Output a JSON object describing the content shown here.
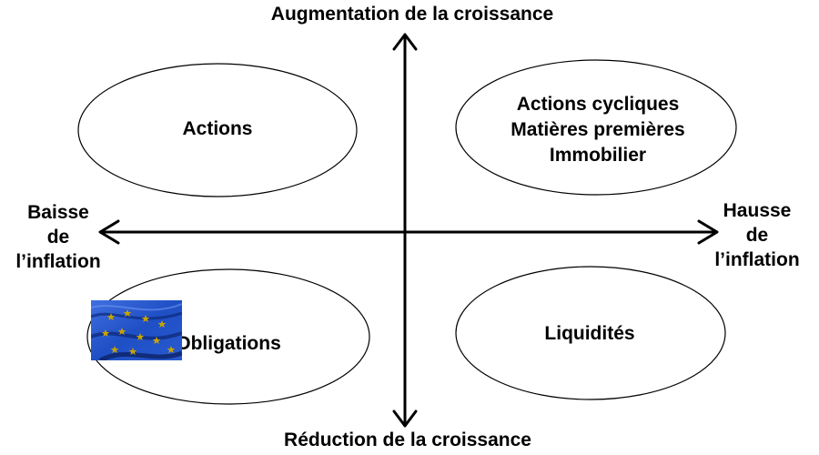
{
  "axes": {
    "top": "Augmentation de la croissance",
    "bottom": "Réduction de la croissance",
    "left": [
      "Baisse",
      "de",
      "l’inflation"
    ],
    "right": [
      "Hausse",
      "de",
      "l’inflation"
    ]
  },
  "quadrants": {
    "top_left": [
      "Actions"
    ],
    "top_right": [
      "Actions cycliques",
      "Matières premières",
      "Immobilier"
    ],
    "bottom_right": [
      "Liquidités"
    ],
    "bottom_left": [
      "Obligations"
    ]
  },
  "image": {
    "icon": "eu-flag-icon",
    "colors": {
      "blue": "#1f4fc4",
      "stars": "#c8a400"
    }
  },
  "colors": {
    "line": "#000000",
    "text": "#000000",
    "background": "#ffffff"
  }
}
